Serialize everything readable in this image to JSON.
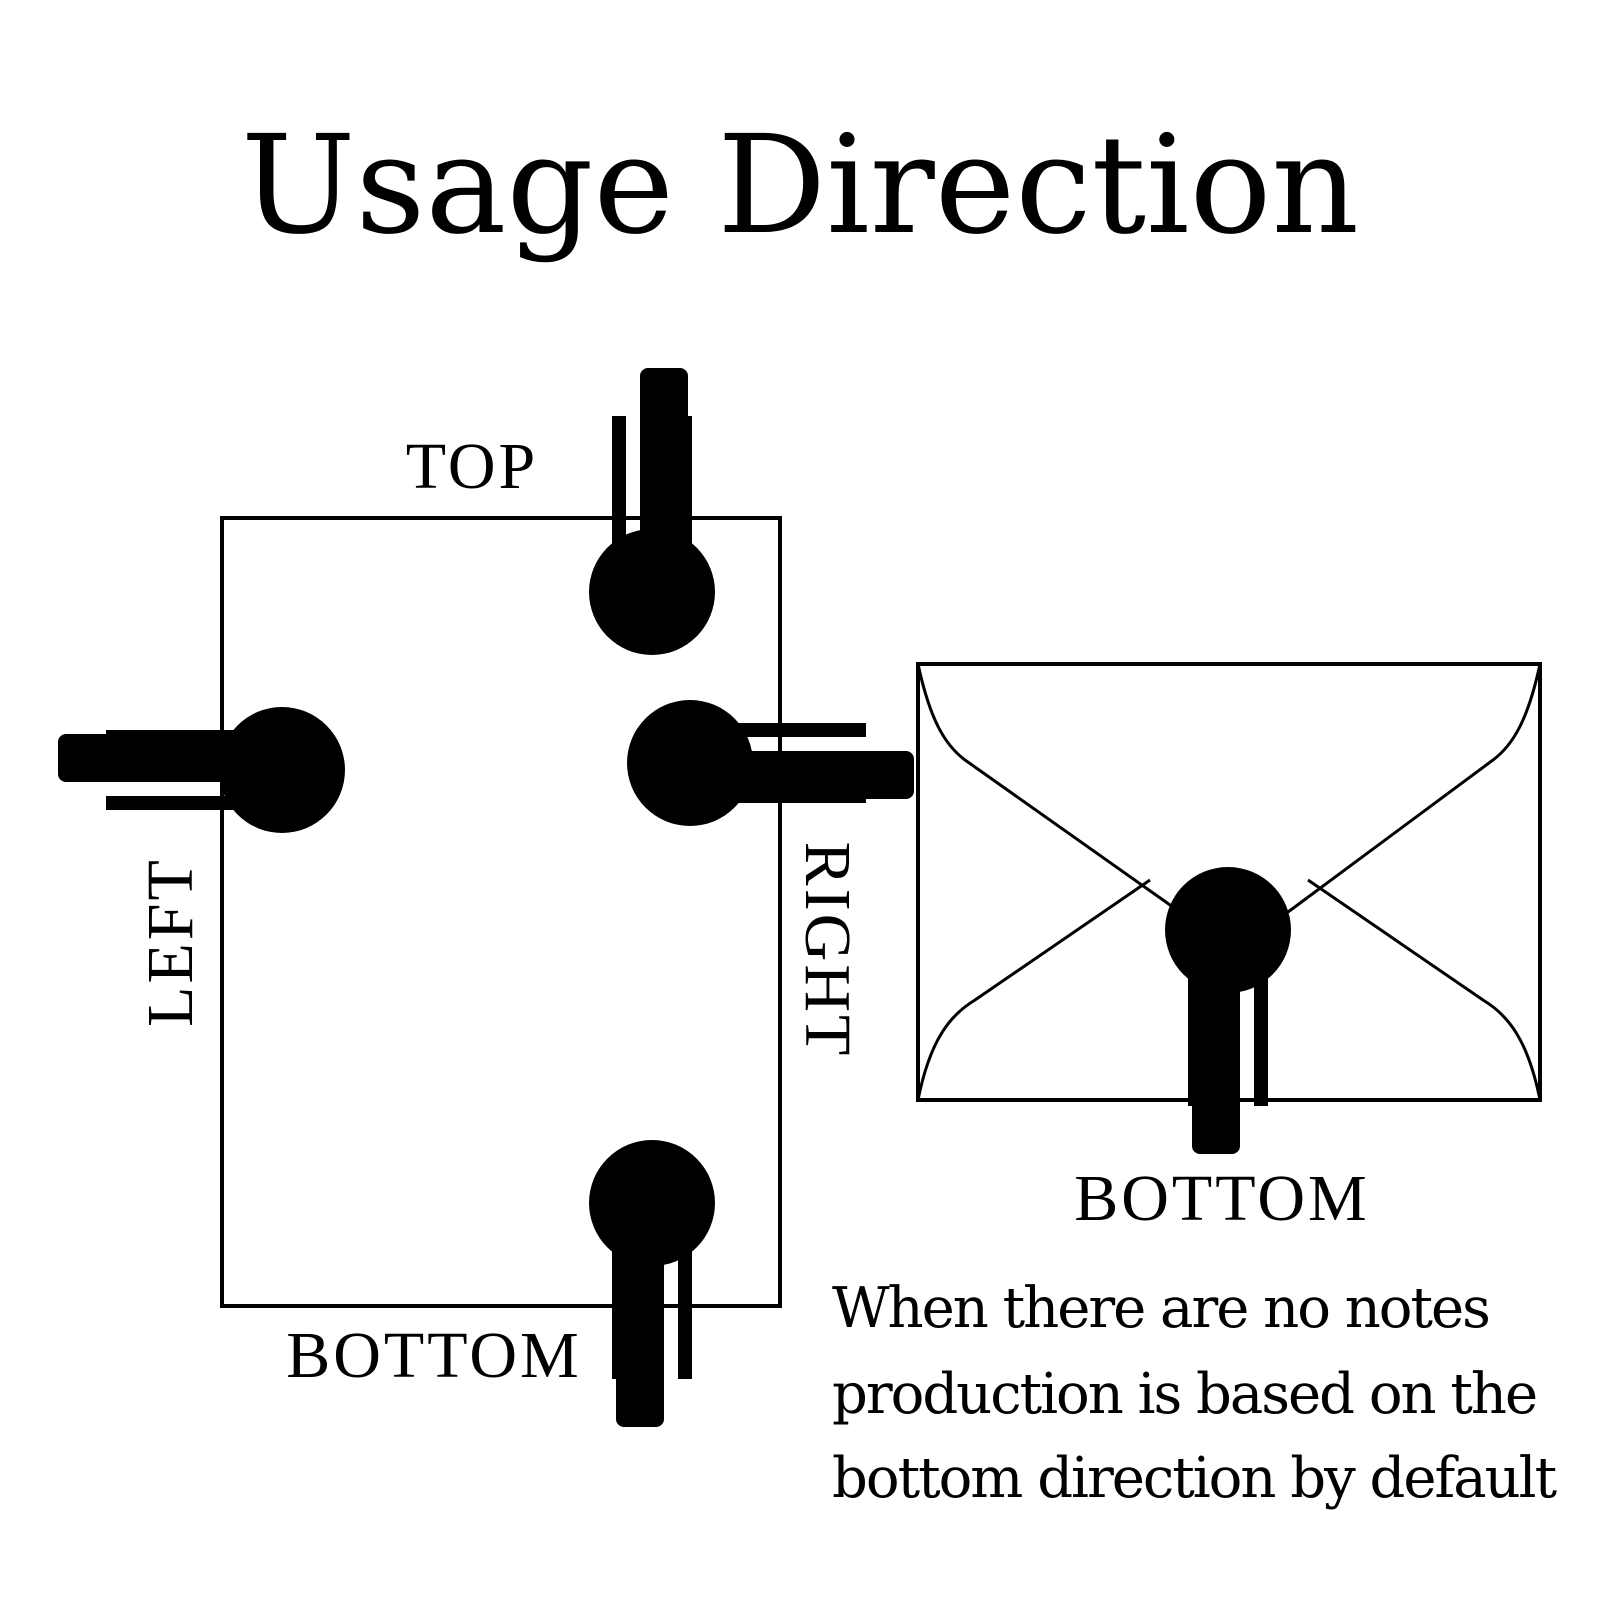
{
  "title": "Usage Direction",
  "card_labels": {
    "top": "TOP",
    "left": "LEFT",
    "right": "RIGHT",
    "bottom": "BOTTOM"
  },
  "envelope_label": "BOTTOM",
  "note_lines": [
    "When there are no notes",
    "production is based on the",
    "bottom direction by default"
  ],
  "colors": {
    "ink": "#000000",
    "background": "#ffffff"
  },
  "icons": [
    "seal-clip-icon"
  ]
}
